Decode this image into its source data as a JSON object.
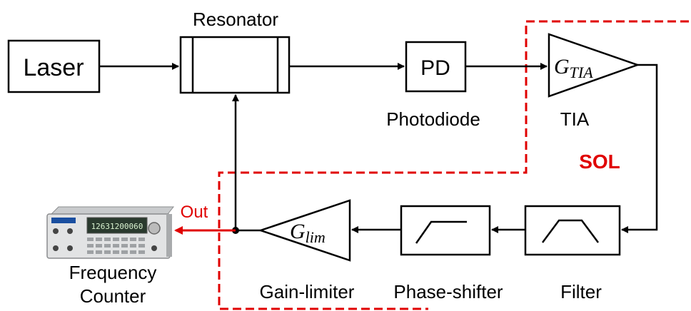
{
  "blocks": {
    "laser": "Laser",
    "resonator": "Resonator",
    "pd": "PD",
    "photodiode": "Photodiode",
    "tia_symbol": "G",
    "tia_subscript": "TIA",
    "tia": "TIA",
    "filter": "Filter",
    "phase_shifter": "Phase-shifter",
    "gain_limiter_symbol": "G",
    "gain_limiter_subscript": "lim",
    "gain_limiter": "Gain-limiter",
    "frequency_counter_line1": "Frequency",
    "frequency_counter_line2": "Counter"
  },
  "annotations": {
    "sol": "SOL",
    "out": "Out"
  },
  "counter_display": "12631200060",
  "colors": {
    "loop_boundary": "#e00000",
    "output_arrow": "#e00000",
    "line": "#000000"
  }
}
